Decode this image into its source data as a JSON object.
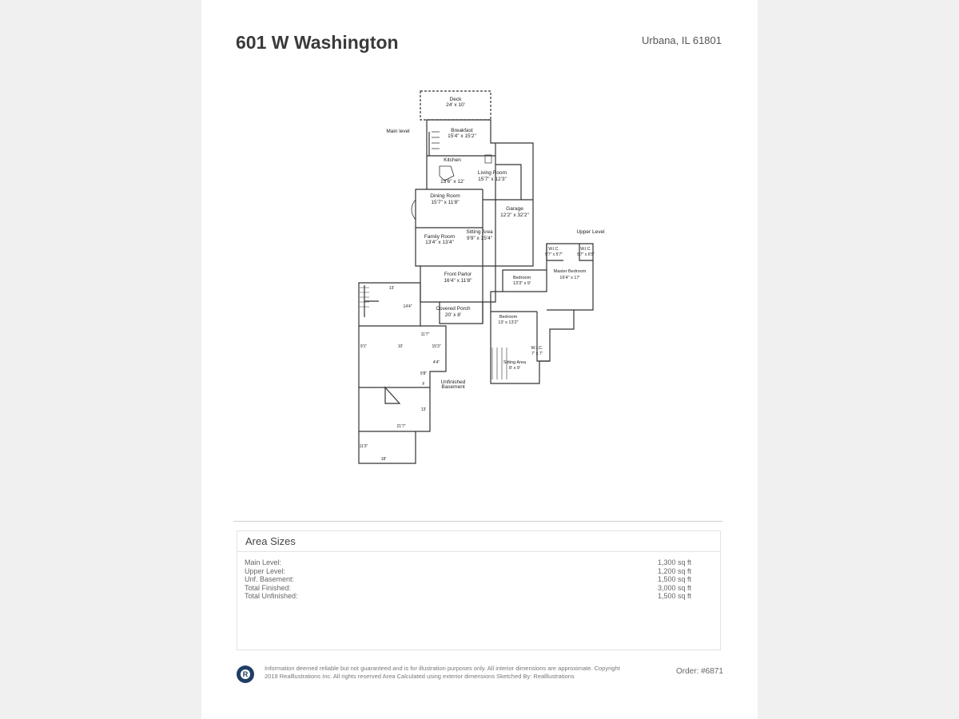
{
  "header": {
    "title": "601 W Washington",
    "city": "Urbana, IL 61801"
  },
  "plan": {
    "main_level": "Main level",
    "upper_level": "Upper Level",
    "unfinished": [
      "Unfinished",
      "Basement"
    ],
    "rooms": [
      {
        "name": "Deck",
        "size": "24' x 10'"
      },
      {
        "name": "Breakfast",
        "size": "15'4\" x 15'2\""
      },
      {
        "name": "Kitchen",
        "size": "13'6\" x 12'"
      },
      {
        "name": "Living Room",
        "size": "15'7\" x 12'3\""
      },
      {
        "name": "Dining Room",
        "size": "15'7\" x 11'8\""
      },
      {
        "name": "Garage",
        "size": "12'2\" x 32'2\""
      },
      {
        "name": "Family Room",
        "size": "13'4\" x 13'4\""
      },
      {
        "name": "Sitting Area",
        "size": "9'9\" x 15'4\""
      },
      {
        "name": "Front Parlor",
        "size": "16'4\" x 11'8\""
      },
      {
        "name": "Covered Porch",
        "size": "20' x 8'"
      },
      {
        "name": "W.I.C.",
        "size": "5'7\" x 5'7\""
      },
      {
        "name": "W.I.C.",
        "size": "5'7\" x 6'5\""
      },
      {
        "name": "Master Bedroom",
        "size": "16'4\" x 17'"
      },
      {
        "name": "Bedroom",
        "size": "13'3\" x 9'"
      },
      {
        "name": "Bedroom",
        "size": "13' x 13'2\""
      },
      {
        "name": "W.I.C.",
        "size": "7' x 7'"
      },
      {
        "name": "Sitting Area",
        "size": "8' x 9'"
      }
    ],
    "basement_dims": [
      "13'",
      "14'4\"",
      "11'7\"",
      "9'1\"",
      "10'",
      "15'3\"",
      "4'4\"",
      "9'8\"",
      "F",
      "13'",
      "21'7\"",
      "11'3\"",
      "18'"
    ]
  },
  "area_sizes": {
    "heading": "Area Sizes",
    "rows": [
      {
        "label": "Main Level:",
        "value": "1,300 sq ft"
      },
      {
        "label": "Upper Level:",
        "value": "1,200 sq ft"
      },
      {
        "label": "Unf. Basement:",
        "value": "1,500 sq ft"
      },
      {
        "label": "Total Finished:",
        "value": "3,000 sq ft"
      },
      {
        "label": "Total Unfinished:",
        "value": "1,500 sq ft"
      }
    ]
  },
  "footer": {
    "logo_letter": "R",
    "disclaimer": "Information deemed reliable but not guaranteed and is for illustration purposes only. All interior dimensions are approximate. Copyright 2019 Realllustrations Inc. All rights reserved Area Calculated using exterior dimensions Sketched By: Realllustrations",
    "order": "Order: #6871"
  }
}
